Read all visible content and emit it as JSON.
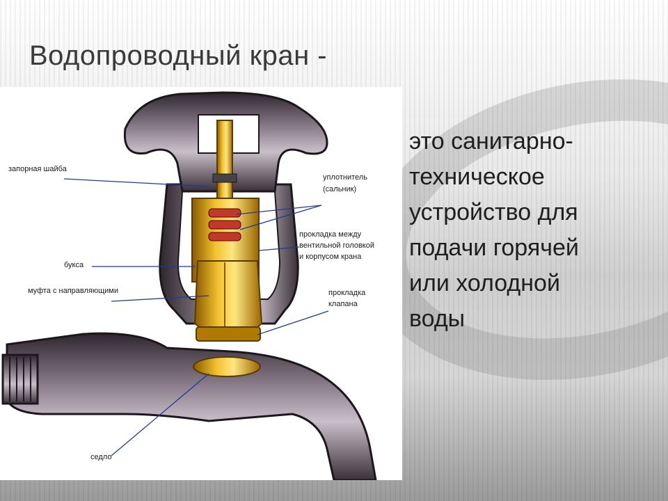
{
  "title": "Водопроводный кран -",
  "description_lines": [
    "это санитарно-",
    "техническое",
    "устройство для",
    "подачи горячей",
    "или холодной",
    "воды"
  ],
  "callouts": {
    "zapornaya_shaiba": "запорная шайба",
    "uplotnitel_1": "уплотнитель",
    "uplotnitel_2": "(сальник)",
    "prokladka_1": "прокладка между",
    "prokladka_2": "вентильной головкой",
    "prokladka_3": "и корпусом крана",
    "buksa": "букса",
    "mufta": "муфта с направляющими",
    "prokladka_klapana_1": "прокладка",
    "prokladka_klapana_2": "клапана",
    "sedlo": "седло"
  },
  "colors": {
    "metal": "#6e6270",
    "metal_dark": "#2e262e",
    "brass": "#e0a218",
    "gasket": "#c0392b",
    "leader": "#1f3a93"
  }
}
